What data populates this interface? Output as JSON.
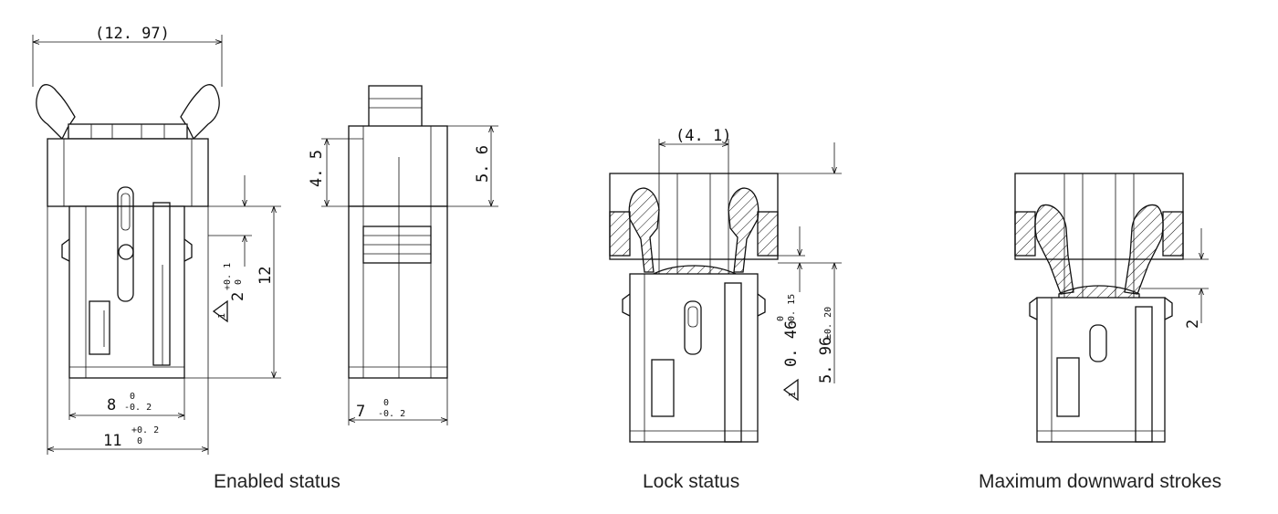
{
  "views": [
    {
      "caption": "Enabled status",
      "dimensions": {
        "overall_width_ref": "(12. 97)",
        "inner_width": "8",
        "inner_width_tol_upper": "0",
        "inner_width_tol_lower": "-0. 2",
        "outer_width": "11",
        "outer_width_tol_upper": "+0. 2",
        "outer_width_tol_lower": "0",
        "height": "12",
        "step": "2",
        "step_tol_upper": "+0. 1",
        "step_tol_lower": "0",
        "step_flag": "1"
      }
    },
    {
      "caption": "",
      "dimensions": {
        "top_height": "4. 5",
        "top_height_right": "5. 6",
        "width": "7",
        "width_tol_upper": "0",
        "width_tol_lower": "-0. 2"
      }
    },
    {
      "caption": "Lock status",
      "dimensions": {
        "slot_width_ref": "(4. 1)",
        "offset": "0. 46",
        "offset_tol_upper": "0",
        "offset_tol_lower": "-0. 15",
        "offset_flag": "1",
        "height": "5. 96",
        "height_tol": "±0. 20"
      }
    },
    {
      "caption": "Maximum downward strokes",
      "dimensions": {
        "stroke": "2"
      }
    }
  ]
}
